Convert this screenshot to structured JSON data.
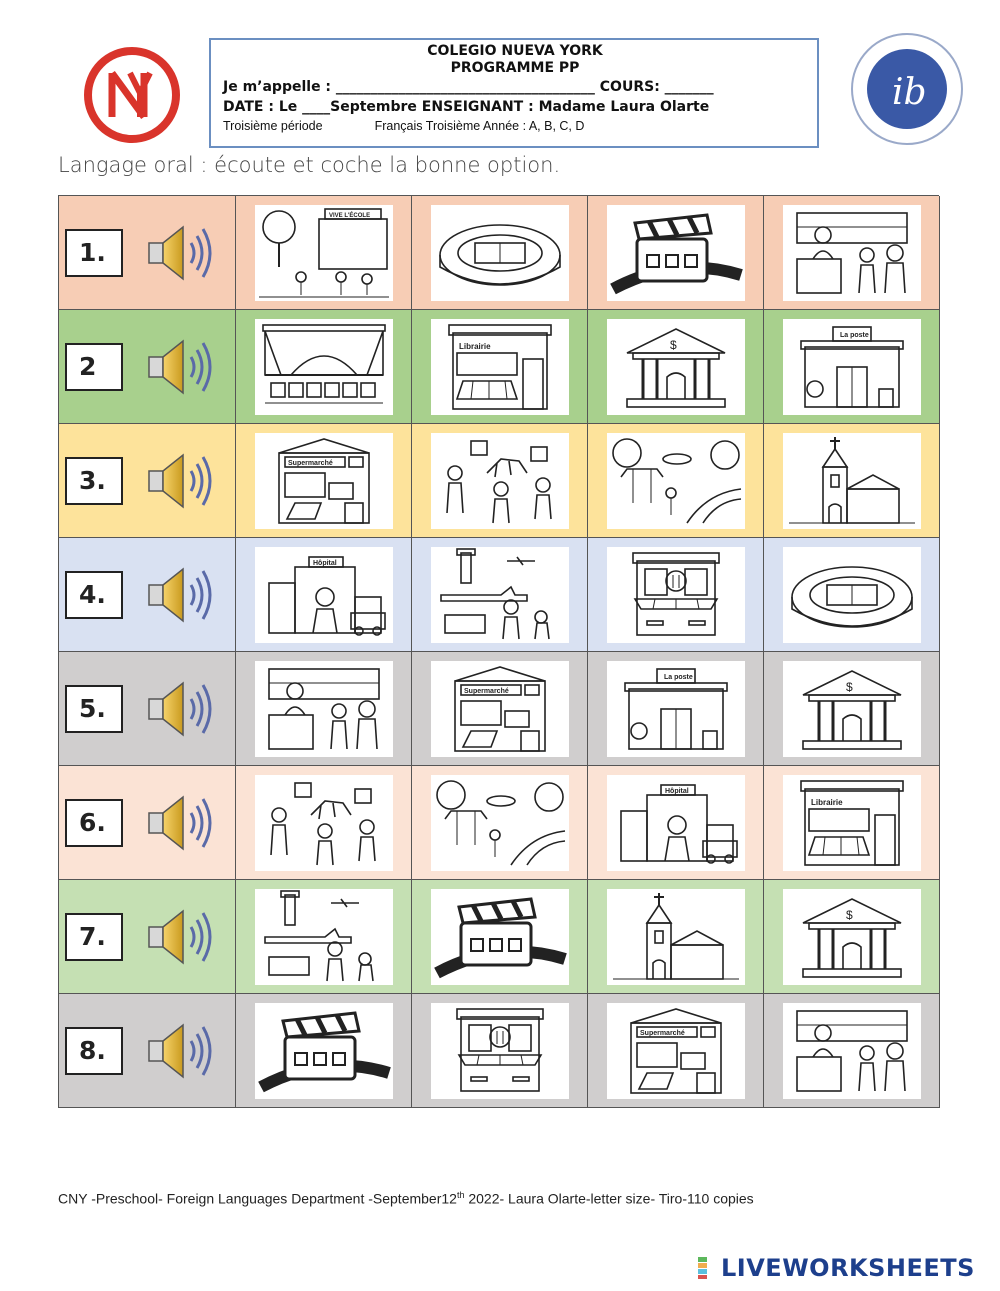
{
  "header": {
    "school": "COLEGIO NUEVA YORK",
    "program": "PROGRAMME PP",
    "name_line": "Je m’appelle : _____________________________________ COURS: _______",
    "date_line": "DATE : Le ____Septembre   ENSEIGNANT : Madame Laura Olarte",
    "period": "Troisième période",
    "class_info": "Français Troisième Année : A, B, C, D"
  },
  "instruction": "Langage oral : écoute et coche la bonne option.",
  "colors": {
    "rows": [
      "#f7cdb5",
      "#a8d08d",
      "#fde39b",
      "#d9e1f2",
      "#d0cece",
      "#fbe3d5",
      "#c5e0b3",
      "#d0cece"
    ],
    "header_border": "#6b8fc1",
    "brand": "#1d3f8c"
  },
  "rows": [
    {
      "label": "1.",
      "options": [
        "school",
        "stadium",
        "cinema",
        "library"
      ]
    },
    {
      "label": "2",
      "options": [
        "theater",
        "bookstore",
        "bank",
        "post-office"
      ]
    },
    {
      "label": "3.",
      "options": [
        "supermarket",
        "museum",
        "park",
        "church"
      ]
    },
    {
      "label": "4.",
      "options": [
        "hospital",
        "airport",
        "restaurant",
        "stadium"
      ]
    },
    {
      "label": "5.",
      "options": [
        "library",
        "supermarket",
        "post-office",
        "bank"
      ]
    },
    {
      "label": "6.",
      "options": [
        "museum",
        "park",
        "hospital",
        "bookstore"
      ]
    },
    {
      "label": "7.",
      "options": [
        "airport",
        "cinema",
        "church",
        "bank"
      ]
    },
    {
      "label": "8.",
      "options": [
        "cinema",
        "restaurant",
        "supermarket",
        "library"
      ]
    }
  ],
  "image_text": {
    "bookstore": "Librairie",
    "post_office": "La poste",
    "supermarket": "Supermarché",
    "hospital": "Hôpital",
    "school": "VIVE L'ÉCOLE"
  },
  "footer": {
    "before_sup": "CNY -Preschool- Foreign Languages Department -September12",
    "sup": "th",
    "after_sup": " 2022- Laura Olarte-letter size- Tiro-110 copies"
  },
  "brand": "LIVEWORKSHEETS",
  "icons": {
    "audio": "speaker-icon"
  }
}
